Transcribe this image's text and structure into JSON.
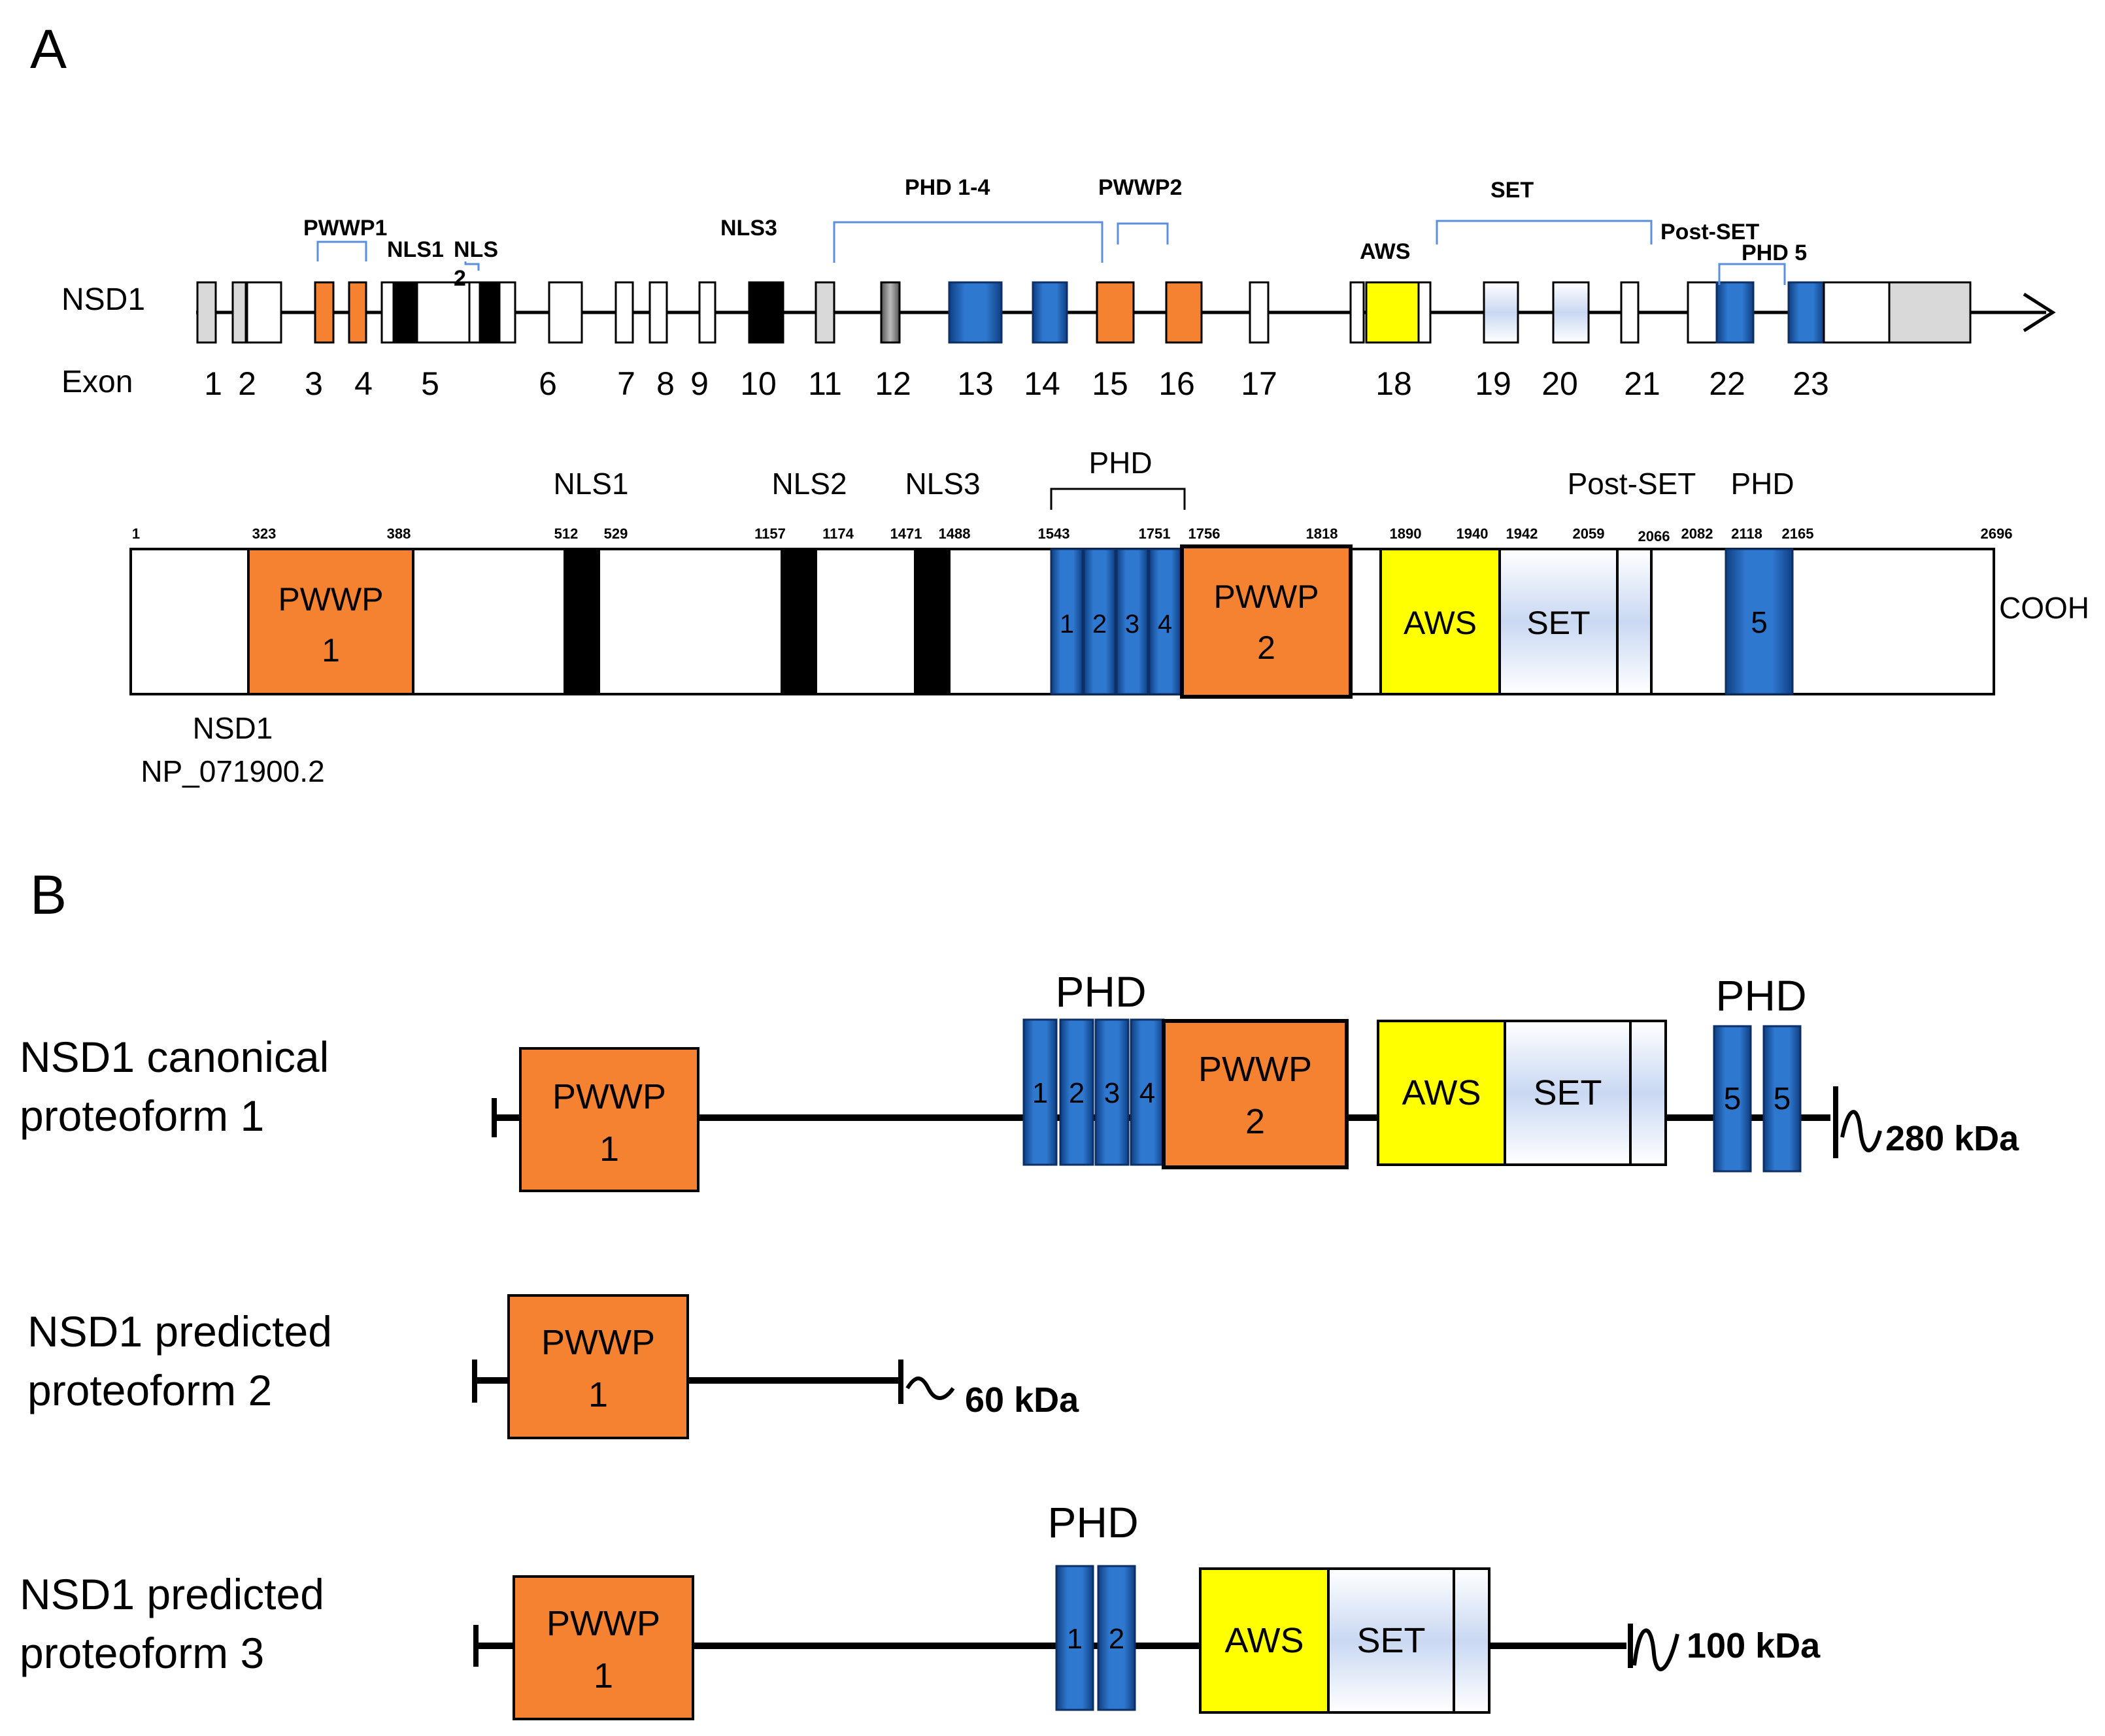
{
  "panels": {
    "a": "A",
    "b": "B"
  },
  "gene": {
    "name": "NSD1",
    "exon_word": "Exon",
    "exon_numbers": [
      "1",
      "2",
      "3",
      "4",
      "5",
      "6",
      "7",
      "8",
      "9",
      "10",
      "11",
      "12",
      "13",
      "14",
      "15",
      "16",
      "17",
      "18",
      "19",
      "20",
      "21",
      "22",
      "23"
    ],
    "domain_labels": {
      "pwwp1": "PWWP1",
      "nls1": "NLS1",
      "nls2a": "NLS",
      "nls2b": "2",
      "nls3": "NLS3",
      "phd14": "PHD 1-4",
      "pwwp2": "PWWP2",
      "aws": "AWS",
      "set": "SET",
      "postset": "Post-SET",
      "phd5": "PHD 5"
    }
  },
  "protein": {
    "id_line1": "NSD1",
    "id_line2": "NP_071900.2",
    "cterm": "COOH",
    "positions": [
      "1",
      "323",
      "388",
      "512",
      "529",
      "1157",
      "1174",
      "1471",
      "1488",
      "1543",
      "1751",
      "1756",
      "1818",
      "1890",
      "1940",
      "1942",
      "2059",
      "2066",
      "2082",
      "2118",
      "2165",
      "2696"
    ],
    "labels": {
      "nls1": "NLS1",
      "nls2": "NLS2",
      "nls3": "NLS3",
      "phd": "PHD",
      "postset": "Post-SET",
      "phd5": "PHD"
    },
    "box_text": {
      "pwwp": "PWWP",
      "one": "1",
      "two": "2",
      "aws": "AWS",
      "set": "SET",
      "phd_nums": [
        "1",
        "2",
        "3",
        "4"
      ],
      "phd5_num": "5"
    }
  },
  "proteoforms": [
    {
      "line1": "NSD1 canonical",
      "line2": "proteoform 1",
      "mass": "280 kDa"
    },
    {
      "line1": "NSD1 predicted",
      "line2": "proteoform 2",
      "mass": "60 kDa"
    },
    {
      "line1": "NSD1 predicted",
      "line2": "proteoform 3",
      "mass": "100 kDa"
    }
  ],
  "proteoform_text": {
    "phd": "PHD",
    "pwwp": "PWWP",
    "one": "1",
    "two": "2",
    "aws": "AWS",
    "set": "SET",
    "phd_nums_4": [
      "1",
      "2",
      "3",
      "4"
    ],
    "phd5_nums": [
      "5",
      "5"
    ],
    "phd_nums_2": [
      "1",
      "2"
    ]
  },
  "colors": {
    "orange": "#f58231",
    "blue": "#1f5eab",
    "yellow": "#ffff00",
    "black": "#000000",
    "gray": "#d9d9d9",
    "bracket": "#5b8fd9"
  }
}
